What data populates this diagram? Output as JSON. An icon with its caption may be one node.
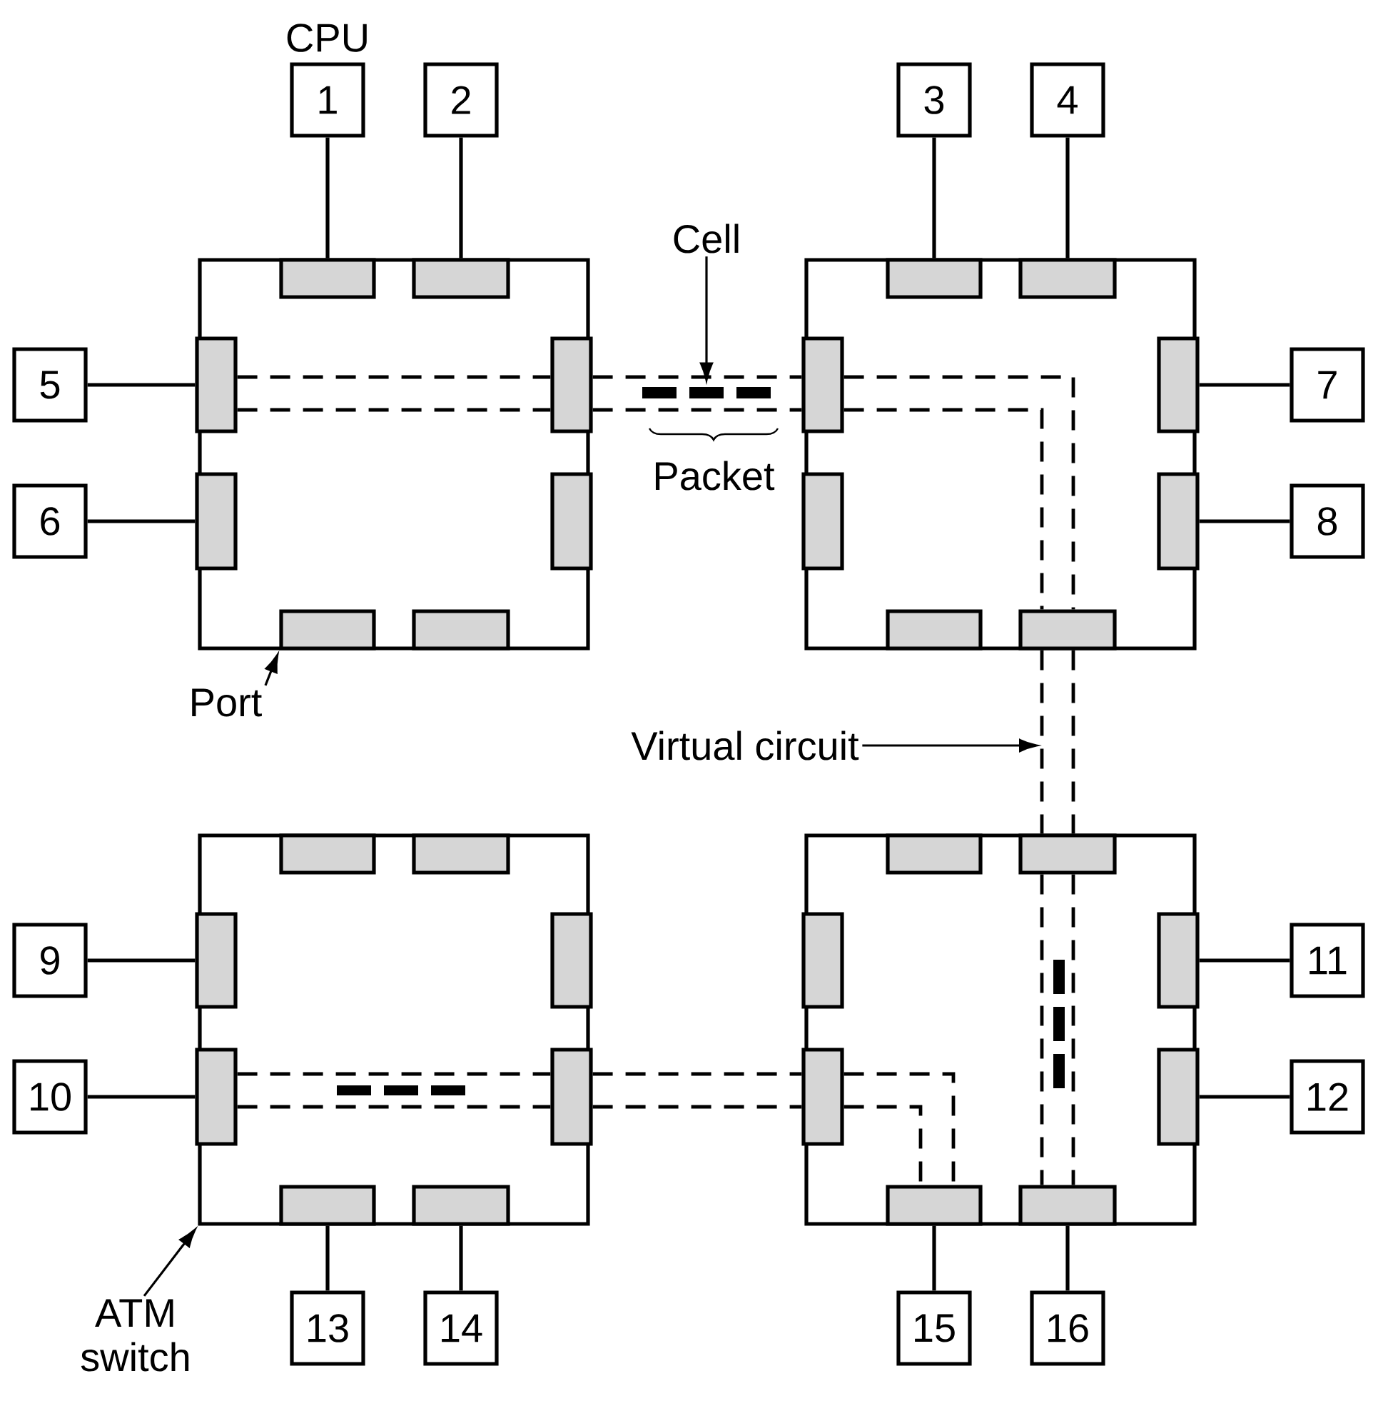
{
  "diagram": {
    "nodes": [
      {
        "text": [
          "1"
        ],
        "beside": [
          "CPU"
        ]
      },
      {
        "text": [
          "2"
        ]
      },
      {
        "text": [
          "3"
        ]
      },
      {
        "text": [
          "4"
        ]
      },
      {
        "text": [
          "5"
        ]
      },
      {
        "text": [
          "6"
        ]
      },
      {
        "text": [
          "7"
        ]
      },
      {
        "text": [
          "8"
        ]
      },
      {
        "text": [
          "9"
        ]
      },
      {
        "text": [
          "10"
        ]
      },
      {
        "text": [
          "11"
        ]
      },
      {
        "text": [
          "12"
        ]
      },
      {
        "text": [
          "13"
        ]
      },
      {
        "text": [
          "14"
        ]
      },
      {
        "text": [
          "15"
        ]
      },
      {
        "text": [
          "16"
        ]
      },
      {
        "text": [],
        "shape": "box"
      },
      {
        "text": [],
        "shape": "box",
        "in": 16
      },
      {
        "text": [],
        "shape": "box",
        "in": 16
      },
      {
        "text": [],
        "shape": "box",
        "in": 16
      },
      {
        "text": [],
        "shape": "box",
        "in": 16
      },
      {
        "text": [],
        "shape": "box",
        "in": 16
      },
      {
        "text": [],
        "shape": "box",
        "in": 16
      },
      {
        "text": [],
        "shape": "box",
        "in": 16
      },
      {
        "text": [],
        "shape": "box",
        "in": 16
      },
      {
        "text": [],
        "shape": "box"
      },
      {
        "text": [],
        "shape": "box",
        "in": 25
      },
      {
        "text": [],
        "shape": "box",
        "in": 25
      },
      {
        "text": [],
        "shape": "box",
        "in": 25
      },
      {
        "text": [],
        "shape": "box",
        "in": 25
      },
      {
        "text": [],
        "shape": "box",
        "in": 25
      },
      {
        "text": [],
        "shape": "box",
        "in": 25
      },
      {
        "text": [],
        "shape": "box",
        "in": 25
      },
      {
        "text": [],
        "shape": "box",
        "in": 25
      },
      {
        "text": [],
        "shape": "box"
      },
      {
        "text": [],
        "shape": "box",
        "in": 34
      },
      {
        "text": [],
        "shape": "box",
        "in": 34
      },
      {
        "text": [],
        "shape": "box",
        "in": 34
      },
      {
        "text": [],
        "shape": "box",
        "in": 34
      },
      {
        "text": [],
        "shape": "box",
        "in": 34
      },
      {
        "text": [],
        "shape": "box",
        "in": 34
      },
      {
        "text": [],
        "shape": "box",
        "in": 34
      },
      {
        "text": [],
        "shape": "box",
        "in": 34
      },
      {
        "text": [],
        "shape": "box"
      },
      {
        "text": [],
        "shape": "box",
        "in": 43
      },
      {
        "text": [],
        "shape": "box",
        "in": 43
      },
      {
        "text": [],
        "shape": "box",
        "in": 43
      },
      {
        "text": [],
        "shape": "box",
        "in": 43
      },
      {
        "text": [],
        "shape": "box",
        "in": 43
      },
      {
        "text": [],
        "shape": "box",
        "in": 43
      },
      {
        "text": [],
        "shape": "box",
        "in": 43
      },
      {
        "text": [],
        "shape": "box",
        "in": 43
      },
      {
        "text": [
          "Cell"
        ]
      },
      {
        "text": [],
        "shape": "bar"
      },
      {
        "text": [
          "Port"
        ]
      },
      {
        "text": [
          "ATM switch"
        ]
      },
      {
        "text": [
          "Virtual circuit"
        ]
      }
    ],
    "edges": [
      {
        "from": 0,
        "to": 17,
        "arrow": "none"
      },
      {
        "from": 1,
        "to": 18,
        "arrow": "none"
      },
      {
        "from": 2,
        "to": 26,
        "arrow": "none"
      },
      {
        "from": 3,
        "to": 27,
        "arrow": "none"
      },
      {
        "from": 4,
        "to": 19,
        "arrow": "none"
      },
      {
        "from": 5,
        "to": 21,
        "arrow": "none"
      },
      {
        "from": 6,
        "to": 29,
        "arrow": "none"
      },
      {
        "from": 7,
        "to": 31,
        "arrow": "none"
      },
      {
        "from": 8,
        "to": 37,
        "arrow": "none"
      },
      {
        "from": 9,
        "to": 39,
        "arrow": "none"
      },
      {
        "from": 10,
        "to": 47,
        "arrow": "none"
      },
      {
        "from": 11,
        "to": 49,
        "arrow": "none"
      },
      {
        "from": 12,
        "to": 41,
        "arrow": "none"
      },
      {
        "from": 13,
        "to": 42,
        "arrow": "none"
      },
      {
        "from": 14,
        "to": 50,
        "arrow": "none"
      },
      {
        "from": 15,
        "to": 51,
        "arrow": "none"
      },
      {
        "from": 52,
        "to": 53,
        "arrow": "to"
      },
      {
        "from": 54,
        "to": 23,
        "arrow": "to"
      },
      {
        "from": 55,
        "to": 34,
        "arrow": "to"
      },
      {
        "from": 56,
        "to": null,
        "arrow": "to"
      },
      {
        "from": 19,
        "to": 20,
        "arrow": "none",
        "style": "dashed"
      },
      {
        "from": 20,
        "to": 28,
        "arrow": "none",
        "style": "dashed"
      },
      {
        "from": 28,
        "to": 33,
        "arrow": "none",
        "style": "dashed"
      },
      {
        "from": 33,
        "to": 45,
        "arrow": "none",
        "style": "dashed"
      },
      {
        "from": 45,
        "to": 51,
        "arrow": "none",
        "style": "dashed"
      },
      {
        "from": 19,
        "to": 20,
        "arrow": "none",
        "style": "dashed"
      },
      {
        "from": 20,
        "to": 28,
        "arrow": "none",
        "style": "dashed"
      },
      {
        "from": 28,
        "to": 33,
        "arrow": "none",
        "style": "dashed"
      },
      {
        "from": 33,
        "to": 45,
        "arrow": "none",
        "style": "dashed"
      },
      {
        "from": 45,
        "to": 51,
        "arrow": "none",
        "style": "dashed"
      },
      {
        "from": 39,
        "to": 40,
        "arrow": "none",
        "style": "dashed"
      },
      {
        "from": 40,
        "to": 48,
        "arrow": "none",
        "style": "dashed"
      },
      {
        "from": 48,
        "to": 50,
        "arrow": "none",
        "style": "dashed"
      },
      {
        "from": 39,
        "to": 40,
        "arrow": "none",
        "style": "dashed"
      },
      {
        "from": 40,
        "to": 48,
        "arrow": "none",
        "style": "dashed"
      },
      {
        "from": 48,
        "to": 50,
        "arrow": "none",
        "style": "dashed"
      }
    ],
    "labels": [
      "Packet"
    ]
  }
}
